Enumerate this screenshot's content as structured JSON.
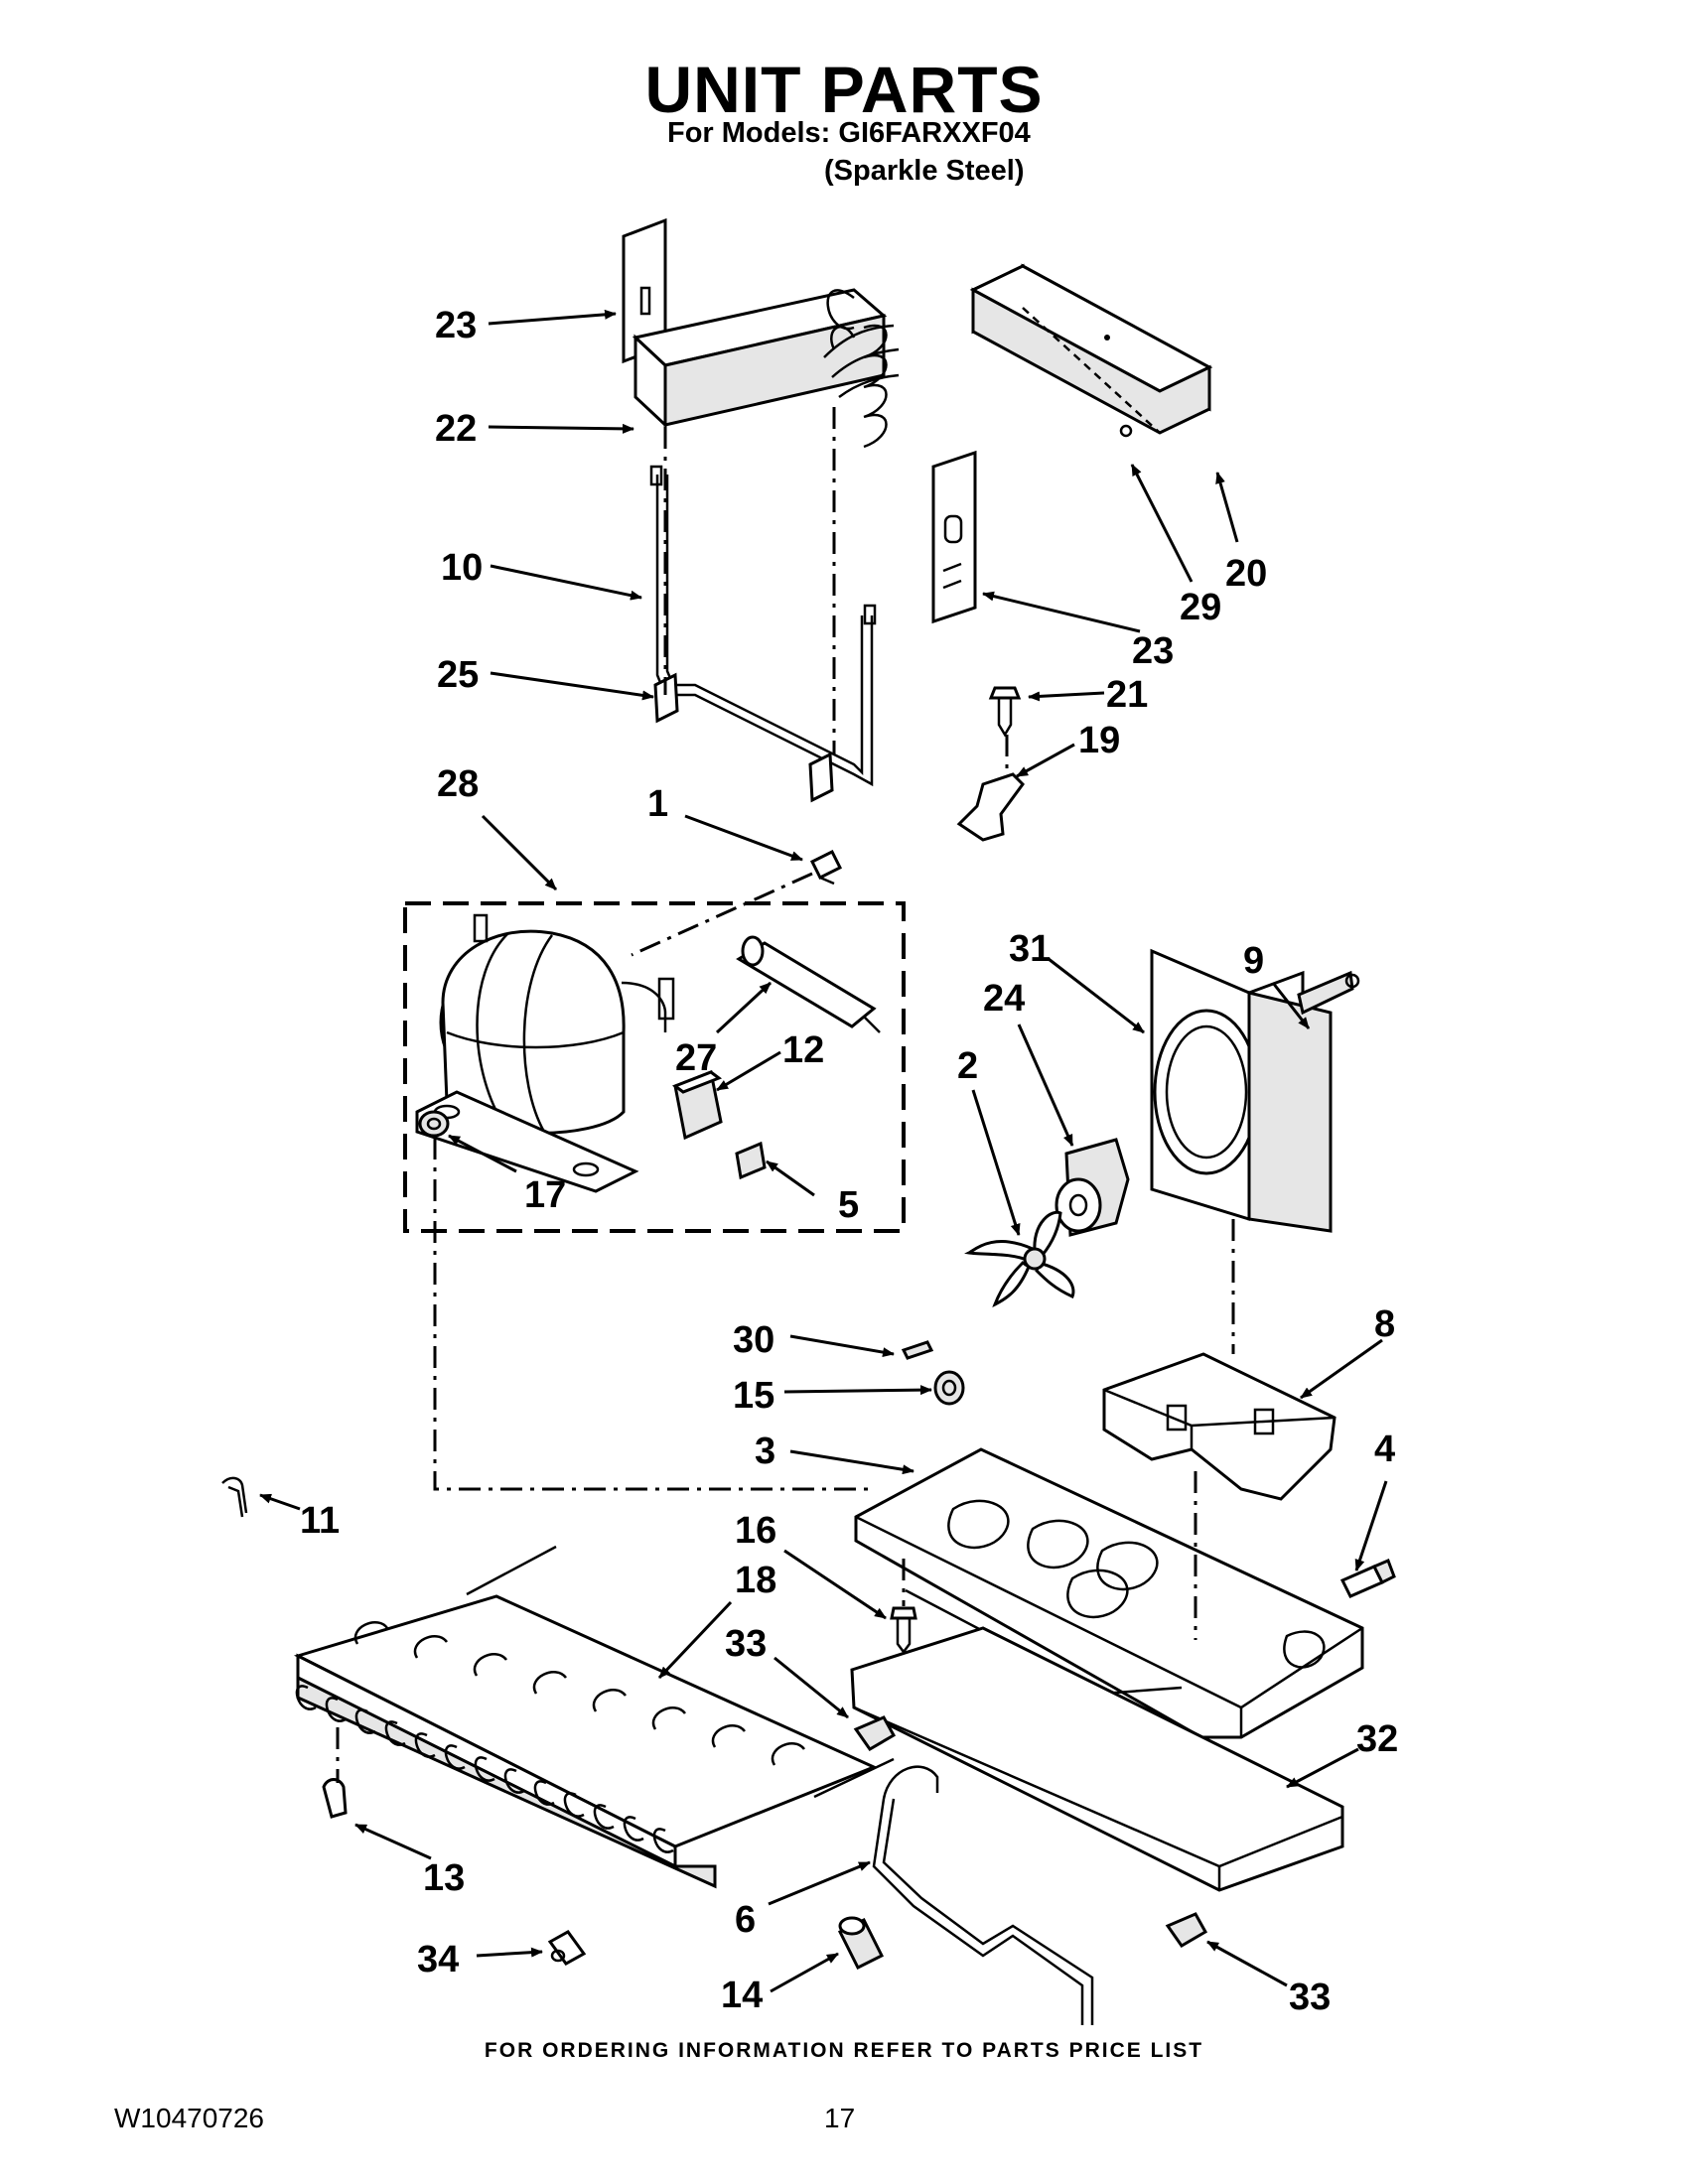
{
  "header": {
    "title": "UNIT PARTS",
    "models_line": "For Models: GI6FARXXF04",
    "variant_line": "(Sparkle Steel)"
  },
  "footer": {
    "ordering_note": "FOR ORDERING INFORMATION REFER TO PARTS PRICE LIST",
    "document_number": "W10470726",
    "page_number": "17"
  },
  "callouts": [
    {
      "id": "c23a",
      "label": "23"
    },
    {
      "id": "c22",
      "label": "22"
    },
    {
      "id": "c10",
      "label": "10"
    },
    {
      "id": "c25",
      "label": "25"
    },
    {
      "id": "c28",
      "label": "28"
    },
    {
      "id": "c1",
      "label": "1"
    },
    {
      "id": "c27",
      "label": "27"
    },
    {
      "id": "c12",
      "label": "12"
    },
    {
      "id": "c17",
      "label": "17"
    },
    {
      "id": "c5",
      "label": "5"
    },
    {
      "id": "c20",
      "label": "20"
    },
    {
      "id": "c29",
      "label": "29"
    },
    {
      "id": "c23b",
      "label": "23"
    },
    {
      "id": "c21",
      "label": "21"
    },
    {
      "id": "c19",
      "label": "19"
    },
    {
      "id": "c31",
      "label": "31"
    },
    {
      "id": "c9",
      "label": "9"
    },
    {
      "id": "c24",
      "label": "24"
    },
    {
      "id": "c2",
      "label": "2"
    },
    {
      "id": "c30",
      "label": "30"
    },
    {
      "id": "c15",
      "label": "15"
    },
    {
      "id": "c8",
      "label": "8"
    },
    {
      "id": "c3",
      "label": "3"
    },
    {
      "id": "c4",
      "label": "4"
    },
    {
      "id": "c11",
      "label": "11"
    },
    {
      "id": "c16",
      "label": "16"
    },
    {
      "id": "c18",
      "label": "18"
    },
    {
      "id": "c33a",
      "label": "33"
    },
    {
      "id": "c32",
      "label": "32"
    },
    {
      "id": "c13",
      "label": "13"
    },
    {
      "id": "c6",
      "label": "6"
    },
    {
      "id": "c34",
      "label": "34"
    },
    {
      "id": "c14",
      "label": "14"
    },
    {
      "id": "c33b",
      "label": "33"
    }
  ]
}
